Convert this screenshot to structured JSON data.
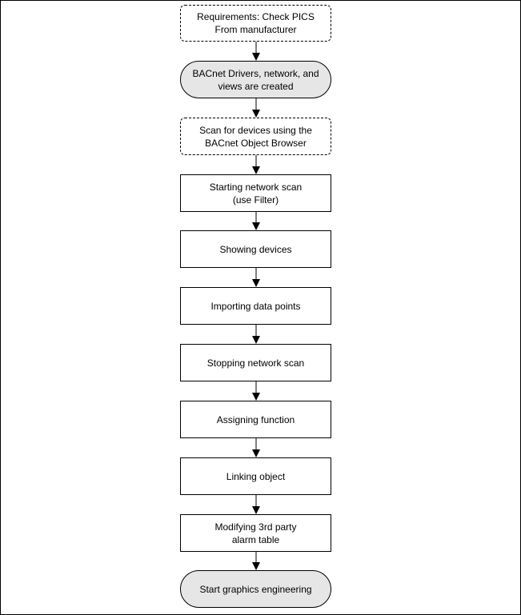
{
  "flowchart": {
    "steps": [
      {
        "id": "requirements",
        "shape": "dashed",
        "lines": [
          "Requirements: Check PICS",
          "From manufacturer"
        ]
      },
      {
        "id": "drivers",
        "shape": "terminal",
        "lines": [
          "BACnet Drivers, network, and",
          "views are created"
        ]
      },
      {
        "id": "scan-devices",
        "shape": "dashed",
        "lines": [
          "Scan for devices using the",
          "BACnet Object Browser"
        ]
      },
      {
        "id": "starting-scan",
        "shape": "rect",
        "lines": [
          "Starting network scan",
          "(use Filter)"
        ]
      },
      {
        "id": "showing-devices",
        "shape": "rect",
        "lines": [
          "Showing devices"
        ]
      },
      {
        "id": "importing",
        "shape": "rect",
        "lines": [
          "Importing data points"
        ]
      },
      {
        "id": "stopping-scan",
        "shape": "rect",
        "lines": [
          "Stopping network scan"
        ]
      },
      {
        "id": "assigning",
        "shape": "rect",
        "lines": [
          "Assigning function"
        ]
      },
      {
        "id": "linking",
        "shape": "rect",
        "lines": [
          "Linking object"
        ]
      },
      {
        "id": "modifying",
        "shape": "rect",
        "lines": [
          "Modifying 3rd party",
          "alarm table"
        ]
      },
      {
        "id": "start-graphics",
        "shape": "terminal",
        "lines": [
          "Start graphics engineering"
        ]
      }
    ]
  }
}
